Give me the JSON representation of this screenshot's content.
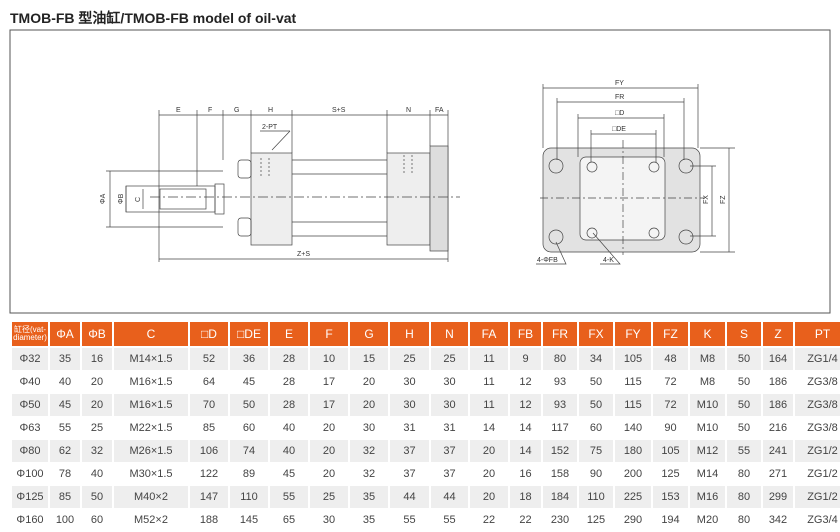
{
  "title": "TMOB-FB 型油缸/TMOB-FB model of oil-vat",
  "drawing": {
    "side_labels": [
      "E",
      "F",
      "G",
      "H",
      "S+S",
      "N",
      "FA"
    ],
    "pt_label": "2-PT",
    "phiA": "ΦA",
    "phiB": "ΦB",
    "c": "C",
    "zs": "Z+S",
    "fy": "FY",
    "fr": "FR",
    "d": "□D",
    "de": "□DE",
    "fx": "FX",
    "fz": "FZ",
    "fb": "4-ΦFB",
    "k": "4-K"
  },
  "table": {
    "headers": [
      "缸径(vat-diameter)",
      "ΦA",
      "ΦB",
      "C",
      "□D",
      "□DE",
      "E",
      "F",
      "G",
      "H",
      "N",
      "FA",
      "FB",
      "FR",
      "FX",
      "FY",
      "FZ",
      "K",
      "S",
      "Z",
      "PT"
    ],
    "rows": [
      [
        "Φ32",
        "35",
        "16",
        "M14×1.5",
        "52",
        "36",
        "28",
        "10",
        "15",
        "25",
        "25",
        "11",
        "9",
        "80",
        "34",
        "105",
        "48",
        "M8",
        "50",
        "164",
        "ZG1/4"
      ],
      [
        "Φ40",
        "40",
        "20",
        "M16×1.5",
        "64",
        "45",
        "28",
        "17",
        "20",
        "30",
        "30",
        "11",
        "12",
        "93",
        "50",
        "115",
        "72",
        "M8",
        "50",
        "186",
        "ZG3/8"
      ],
      [
        "Φ50",
        "45",
        "20",
        "M16×1.5",
        "70",
        "50",
        "28",
        "17",
        "20",
        "30",
        "30",
        "11",
        "12",
        "93",
        "50",
        "115",
        "72",
        "M10",
        "50",
        "186",
        "ZG3/8"
      ],
      [
        "Φ63",
        "55",
        "25",
        "M22×1.5",
        "85",
        "60",
        "40",
        "20",
        "30",
        "31",
        "31",
        "14",
        "14",
        "117",
        "60",
        "140",
        "90",
        "M10",
        "50",
        "216",
        "ZG3/8"
      ],
      [
        "Φ80",
        "62",
        "32",
        "M26×1.5",
        "106",
        "74",
        "40",
        "20",
        "32",
        "37",
        "37",
        "20",
        "14",
        "152",
        "75",
        "180",
        "105",
        "M12",
        "55",
        "241",
        "ZG1/2"
      ],
      [
        "Φ100",
        "78",
        "40",
        "M30×1.5",
        "122",
        "89",
        "45",
        "20",
        "32",
        "37",
        "37",
        "20",
        "16",
        "158",
        "90",
        "200",
        "125",
        "M14",
        "80",
        "271",
        "ZG1/2"
      ],
      [
        "Φ125",
        "85",
        "50",
        "M40×2",
        "147",
        "110",
        "55",
        "25",
        "35",
        "44",
        "44",
        "20",
        "18",
        "184",
        "110",
        "225",
        "153",
        "M16",
        "80",
        "299",
        "ZG1/2"
      ],
      [
        "Φ160",
        "100",
        "60",
        "M52×2",
        "188",
        "145",
        "65",
        "30",
        "35",
        "55",
        "55",
        "22",
        "22",
        "230",
        "125",
        "290",
        "194",
        "M20",
        "80",
        "342",
        "ZG3/4"
      ]
    ]
  }
}
